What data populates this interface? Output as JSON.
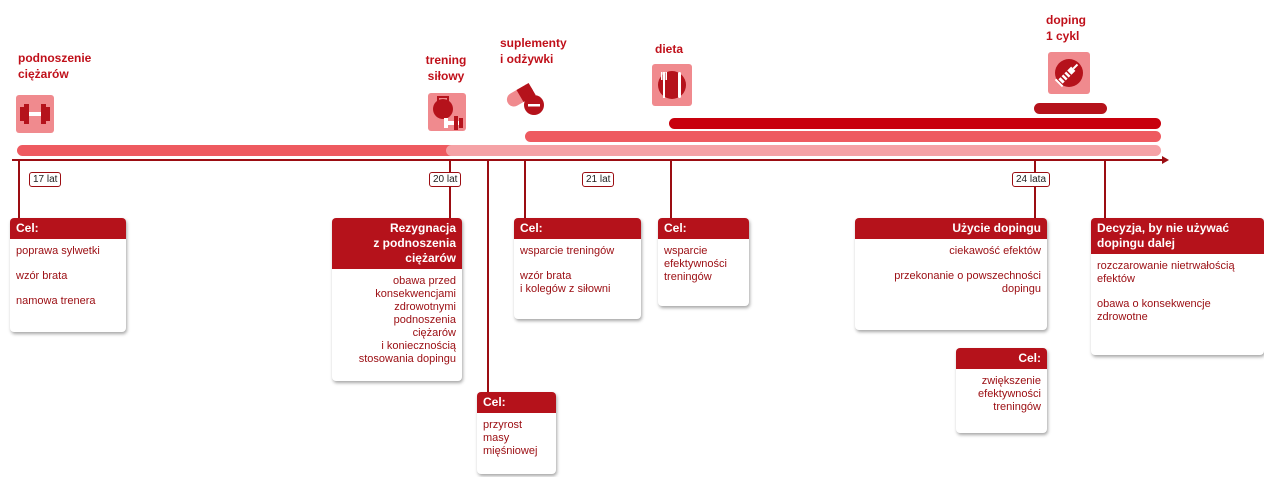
{
  "stages": {
    "weightlifting": "podnoszenie\nciężarów",
    "strength": "trening\nsiłowy",
    "supplements": "suplementy\ni odżywki",
    "diet": "dieta",
    "doping": "doping\n1 cykl"
  },
  "icons": {
    "weightlifting": "dumbbell-icon",
    "strength": "kettlebell-dumbbell-icon",
    "supplements": "pills-icon",
    "diet": "plate-cutlery-icon",
    "doping": "syringe-icon"
  },
  "ages": {
    "a17": "17 lat",
    "a20": "20 lat",
    "a21": "21 lat",
    "a24": "24 lata"
  },
  "cards": {
    "c1": {
      "title": "Cel:",
      "items": [
        "poprawa sylwetki",
        "wzór brata",
        "namowa trenera"
      ]
    },
    "c2": {
      "title": "Rezygnacja\nz podnoszenia\nciężarów",
      "items": [
        "obawa przed\nkonsekwencjami\nzdrowotnymi\npodnoszenia\nciężarów\ni koniecznością\nstosowania dopingu"
      ]
    },
    "c3": {
      "title": "Cel:",
      "items": [
        "przyrost\nmasy\nmięśniowej"
      ]
    },
    "c4": {
      "title": "Cel:",
      "items": [
        "wsparcie treningów",
        "wzór brata\ni kolegów z siłowni"
      ]
    },
    "c5": {
      "title": "Cel:",
      "items": [
        "wsparcie\nefektywności\ntreningów"
      ]
    },
    "c6": {
      "title": "Użycie dopingu",
      "items": [
        "ciekawość efektów",
        "przekonanie o powszechności\ndopingu"
      ]
    },
    "c7": {
      "title": "Cel:",
      "items": [
        "zwiększenie\nefektywności\ntreningów"
      ]
    },
    "c8": {
      "title": "Decyzja, by nie używać\ndopingu dalej",
      "items": [
        "rozczarowanie nietrwałością\nefektów",
        "obawa o konsekwencje\nzdrowotne"
      ]
    }
  },
  "colors": {
    "darkRed": "#9b0d12",
    "headerRed": "#b5121b",
    "barDark": "#c8000d",
    "barMid": "#ee5a60",
    "barLight": "#f5a2a6",
    "iconBg": "#f08a8e"
  }
}
